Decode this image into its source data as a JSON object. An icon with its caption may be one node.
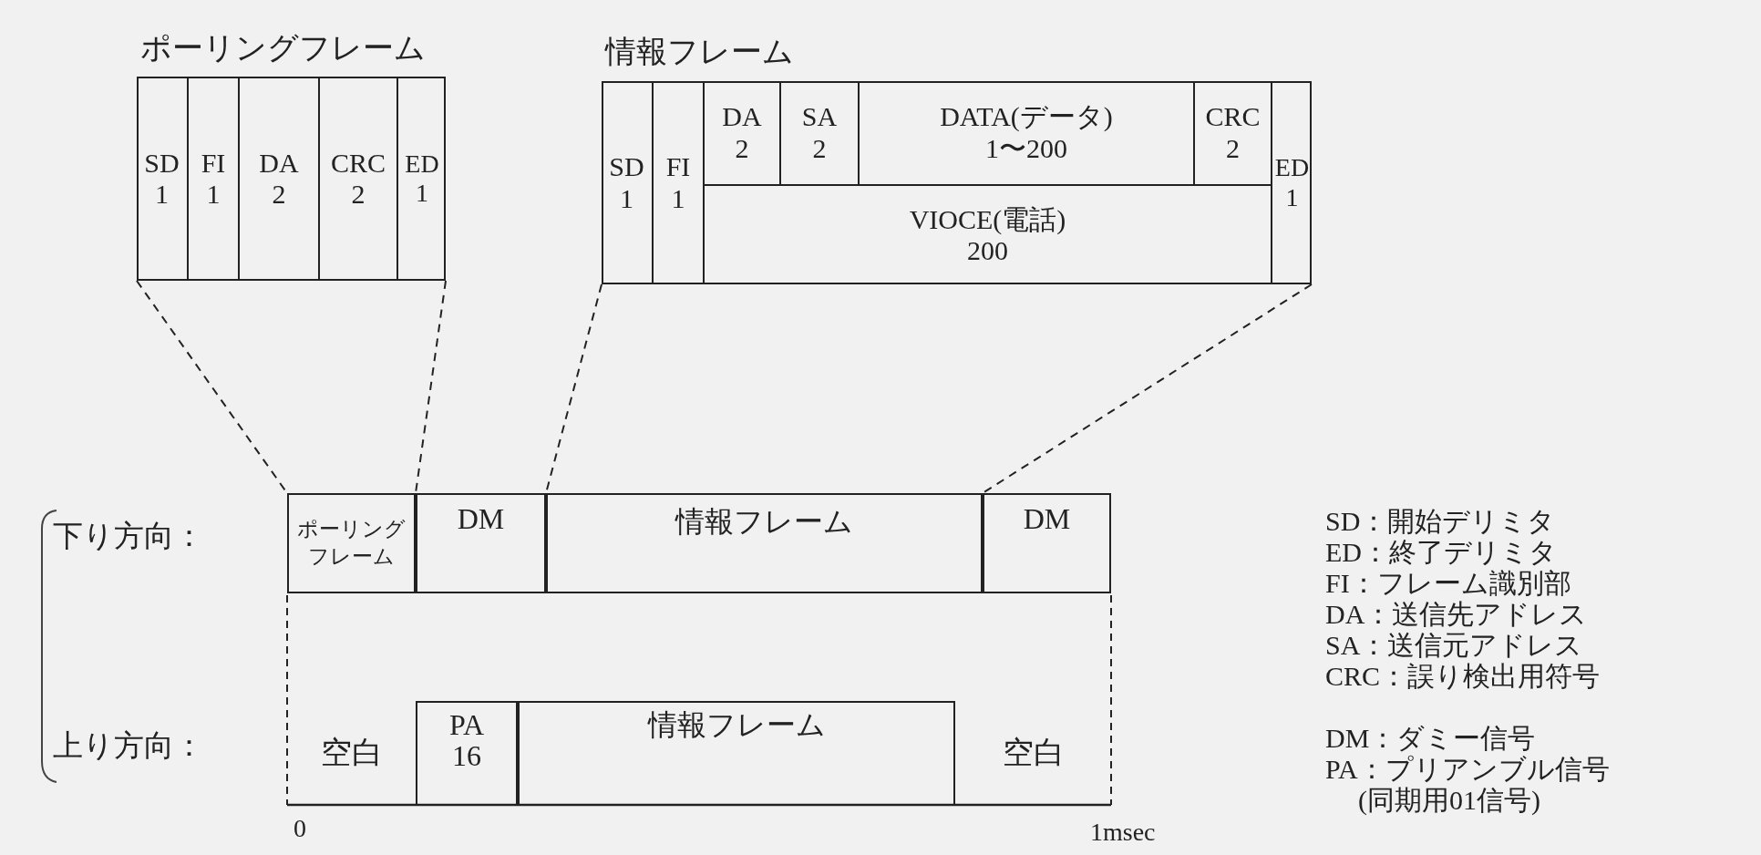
{
  "diagram": {
    "nodes": [
      {
        "text": [
          "ポーリングフレーム"
        ]
      },
      {
        "text": [
          "SD",
          "1"
        ],
        "in": 0
      },
      {
        "text": [
          "FI",
          "1"
        ],
        "in": 0
      },
      {
        "text": [
          "DA",
          "2"
        ],
        "in": 0
      },
      {
        "text": [
          "CRC",
          "2"
        ],
        "in": 0
      },
      {
        "text": [
          "ED",
          "1"
        ],
        "in": 0
      },
      {
        "text": [
          "情報フレーム"
        ]
      },
      {
        "text": [
          "SD",
          "1"
        ],
        "in": 6
      },
      {
        "text": [
          "FI",
          "1"
        ],
        "in": 6
      },
      {
        "text": [
          "DA",
          "2"
        ],
        "in": 6
      },
      {
        "text": [
          "SA",
          "2"
        ],
        "in": 6
      },
      {
        "text": [
          "DATA(データ)",
          "1〜200"
        ],
        "in": 6
      },
      {
        "text": [
          "CRC",
          "2"
        ],
        "in": 6
      },
      {
        "text": [
          "VIOCE(電話)",
          "200"
        ],
        "in": 6
      },
      {
        "text": [
          "ED",
          "1"
        ],
        "in": 6
      },
      {
        "text": [
          "ポーリングフレーム"
        ]
      },
      {
        "text": [
          "DM"
        ]
      },
      {
        "text": [
          "情報フレーム"
        ]
      },
      {
        "text": [
          "DM"
        ]
      },
      {
        "text": [
          "空白"
        ]
      },
      {
        "text": [
          "PA",
          "16"
        ]
      },
      {
        "text": [
          "情報フレーム"
        ]
      },
      {
        "text": [
          "空白"
        ]
      }
    ],
    "edges": [
      {
        "from": 0,
        "to": 15,
        "arrow": "none",
        "style": "dashed"
      },
      {
        "from": 0,
        "to": 15,
        "arrow": "none",
        "style": "dashed"
      },
      {
        "from": 6,
        "to": 17,
        "arrow": "none",
        "style": "dashed"
      },
      {
        "from": 6,
        "to": 17,
        "arrow": "none",
        "style": "dashed"
      }
    ],
    "labels": [
      "下り方向：",
      "上り方向：",
      "0",
      "1msec",
      "SD：開始デリミタ",
      "ED：終了デリミタ",
      "FI：フレーム識別部",
      "DA：送信先アドレス",
      "SA：送信元アドレス",
      "CRC：誤り検出用符号",
      "DM：ダミー信号",
      "PA：プリアンブル信号",
      "(同期用01信号)"
    ]
  }
}
